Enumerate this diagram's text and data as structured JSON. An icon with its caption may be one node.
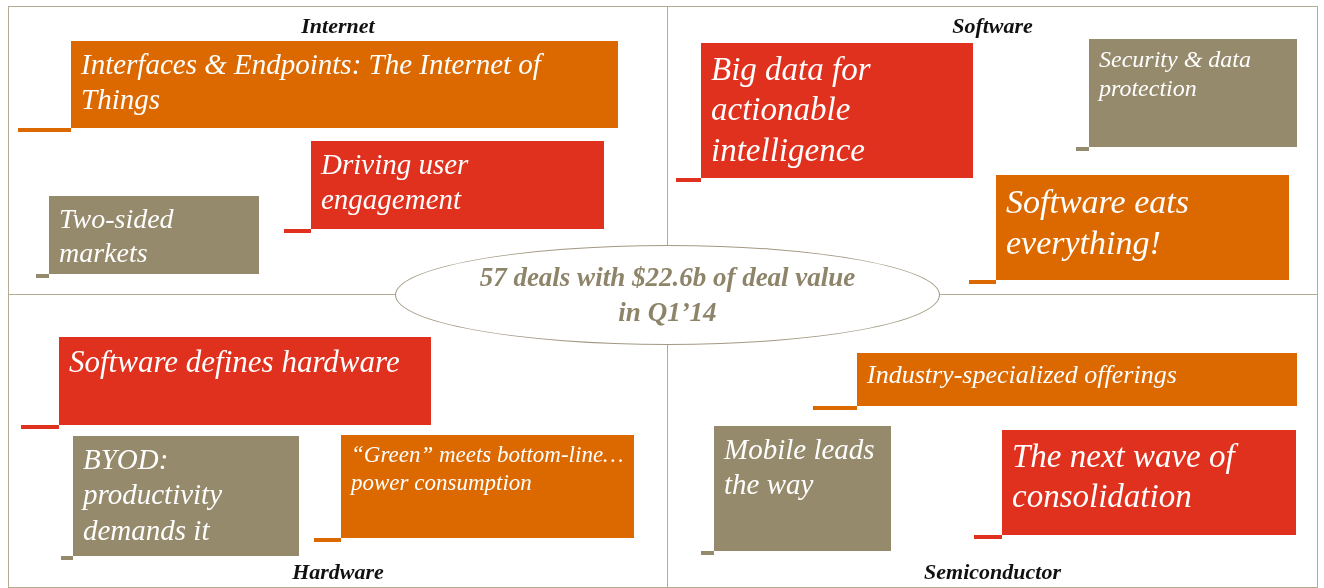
{
  "diagram": {
    "nodes": [
      {
        "text": [
          "Internet"
        ]
      },
      {
        "text": [
          "Interfaces & Endpoints: The Internet of Things"
        ],
        "in": 0
      },
      {
        "text": [
          "Driving user engagement"
        ],
        "in": 0
      },
      {
        "text": [
          "Two-sided markets"
        ],
        "in": 0
      },
      {
        "text": [
          "Software"
        ]
      },
      {
        "text": [
          "Big data for actionable intelligence"
        ],
        "in": 4
      },
      {
        "text": [
          "Security & data protection"
        ],
        "in": 4
      },
      {
        "text": [
          "Software eats everything!"
        ],
        "in": 4
      },
      {
        "text": [
          "57 deals with $22.6b of deal value in Q1’14"
        ]
      },
      {
        "text": [
          "Hardware"
        ]
      },
      {
        "text": [
          "Software defines hardware"
        ],
        "in": 9
      },
      {
        "text": [
          "BYOD: productivity demands it"
        ],
        "in": 9
      },
      {
        "text": [
          "“Green” meets bottom-line… power consumption"
        ],
        "in": 9
      },
      {
        "text": [
          "Semiconductor"
        ]
      },
      {
        "text": [
          "Industry-specialized offerings"
        ],
        "in": 13
      },
      {
        "text": [
          "Mobile leads the way"
        ],
        "in": 13
      },
      {
        "text": [
          "The next wave of consolidation"
        ],
        "in": 13
      }
    ]
  }
}
